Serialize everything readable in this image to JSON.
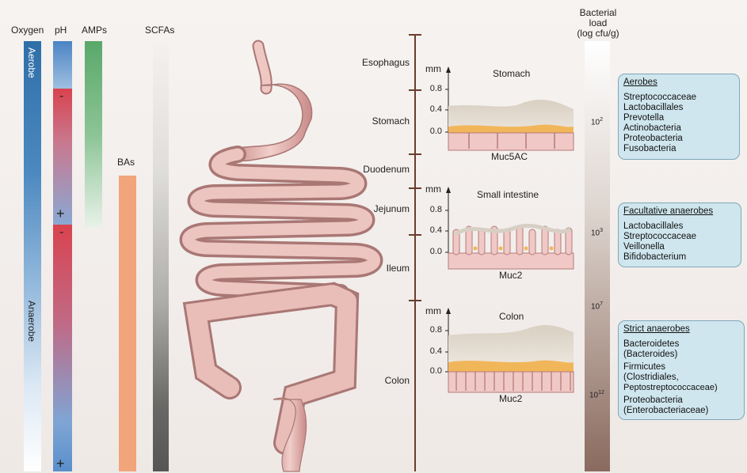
{
  "columns": {
    "oxygen": "Oxygen",
    "ph": "pH",
    "amps": "AMPs",
    "scfas": "SCFAs",
    "bas": "BAs",
    "bacterial_load": [
      "Bacterial",
      "load",
      "(log cfu/g)"
    ]
  },
  "oxygen_bar": {
    "top_label": "Aerobe",
    "bottom_label": "Anaerobe"
  },
  "ph_bar": {
    "minus1": "-",
    "plus1": "+",
    "minus2": "-",
    "plus2": "+"
  },
  "segments": [
    "Esophagus",
    "Stomach",
    "Duodenum",
    "Jejunum",
    "Ileum",
    "Colon"
  ],
  "panels": [
    {
      "title": "Stomach",
      "unit": "mm",
      "ticks": [
        "0.8",
        "0.4",
        "0.0"
      ],
      "mucin": "Muc5AC"
    },
    {
      "title": "Small intestine",
      "unit": "mm",
      "ticks": [
        "0.8",
        "0.4",
        "0.0"
      ],
      "mucin": "Muc2"
    },
    {
      "title": "Colon",
      "unit": "mm",
      "ticks": [
        "0.8",
        "0.4",
        "0.0"
      ],
      "mucin": "Muc2"
    }
  ],
  "load_labels": [
    {
      "base": "10",
      "exp": "2"
    },
    {
      "base": "10",
      "exp": "3"
    },
    {
      "base": "10",
      "exp": "7"
    },
    {
      "base": "10",
      "exp": "12"
    }
  ],
  "groups": [
    {
      "title": "Aerobes",
      "items": [
        "Streptococcaceae",
        "Lactobacillales",
        "Prevotella",
        "Actinobacteria",
        "Proteobacteria",
        "Fusobacteria"
      ]
    },
    {
      "title": "Facultative anaerobes",
      "items": [
        "Lactobacillales",
        "Streptococcaceae",
        "Veillonella",
        "Bifidobacterium"
      ]
    },
    {
      "title": "Strict anaerobes",
      "items": [
        "Bacteroidetes",
        "(Bacteroides)",
        "Firmicutes",
        "(Clostridiales,",
        "Peptostreptococcaceae)",
        "Proteobacteria",
        "(Enterobacteriaceae)"
      ]
    }
  ],
  "colors": {
    "oxygen_top": "#2f6fa8",
    "ph_red": "#d9434f",
    "amps_green": "#5aa86a",
    "bas_orange": "#f2a47a",
    "scfas_gray": "#555555",
    "gut_pink": "#e8b6b2",
    "box_blue": "#cfe6ee",
    "axis_brown": "#6a3d2c"
  }
}
